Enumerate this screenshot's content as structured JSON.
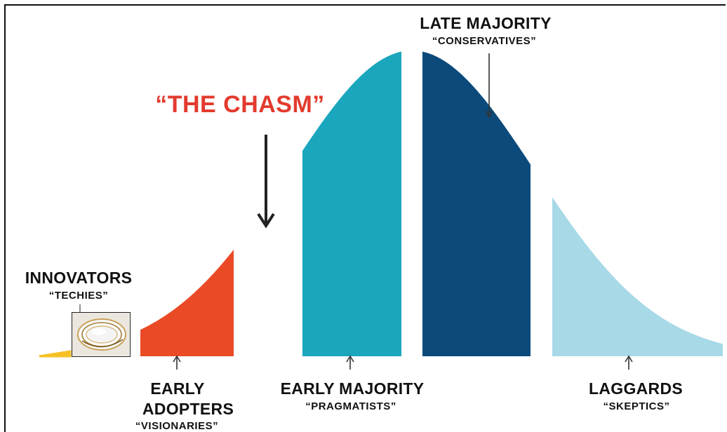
{
  "title": "“THE CHASM”",
  "colors": {
    "innovators": "#f6c026",
    "early_adopters": "#ea4a26",
    "early_majority": "#1aa6bd",
    "late_majority": "#0c4a7b",
    "laggards": "#a7d9e7",
    "chasm_text": "#e23b2e",
    "arrow": "#222222"
  },
  "segments": {
    "innovators": {
      "name": "INNOVATORS",
      "nickname": "“TECHIES”"
    },
    "early_adopters": {
      "name_line1": "EARLY",
      "name_line2": "ADOPTERS",
      "nickname": "“VISIONARIES”"
    },
    "early_majority": {
      "name": "EARLY MAJORITY",
      "nickname": "“PRAGMATISTS”"
    },
    "late_majority": {
      "name": "LATE MAJORITY",
      "nickname": "“CONSERVATIVES”"
    },
    "laggards": {
      "name": "LAGGARDS",
      "nickname": "“SKEPTICS”"
    }
  },
  "thumbnail": {
    "icon": "lens-photo-icon"
  }
}
